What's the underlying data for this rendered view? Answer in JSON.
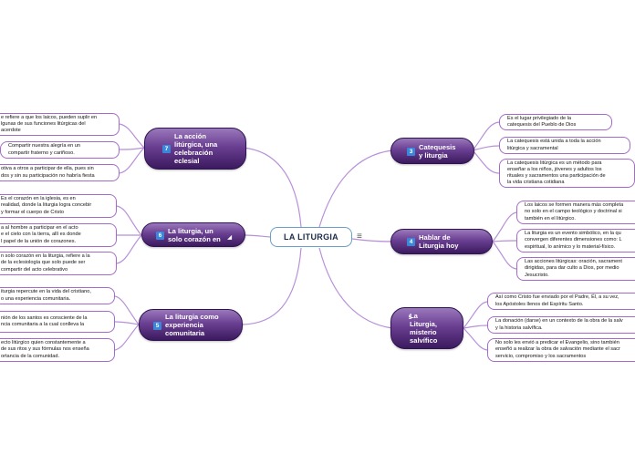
{
  "colors": {
    "topic_top": "#9a78bb",
    "topic_bottom": "#3b1a5e",
    "link": "#b890d8",
    "leaf_border": "#a56bc8",
    "badge": "#3a86d8",
    "center_border": "#6aa0c8"
  },
  "central": {
    "title": "LA LITURGIA",
    "menu_icon": "≡"
  },
  "topics": {
    "t3": {
      "num": "3",
      "label": "Catequesis\ny liturgia"
    },
    "t4": {
      "num": "4",
      "label": "Hablar de\nLiturgia hoy"
    },
    "t5": {
      "num": "5",
      "label": "La\nLiturgia,\nmisterio\nsalvífico"
    },
    "t7": {
      "num": "7",
      "label": "La acción\nlitúrgica, una\ncelebración\neclesial"
    },
    "t6": {
      "num": "6",
      "label": "La liturgia, un\nsolo corazón en"
    },
    "t5b": {
      "num": "5",
      "label": "La liturgia como\nexperiencia\ncomunitaria"
    }
  },
  "leaves": {
    "r3a": "Es el lugar privilegiado de la\ncatequesis del Pueblo de Dios",
    "r3b": "La catequesis está unida a toda la acción\nlitúrgica y sacramental",
    "r3c": "La catequesis litúrgica es un método para\nenseñar a los niños, jóvenes y adultos los\nrituales y sacramentos una participación de\nla vida cristiana cotidiana",
    "r4a": "Los laicos se formen manera más completa\nno solo en el campo teológico y doctrinal si\ntambién en el litúrgico.",
    "r4b": "La liturgia es un evento simbólico, en la qu\nconvergen diferentes dimensiones como: L\nespiritual, lo anímico y lo material-físico.",
    "r4c": "Las acciones litúrgicas: oración, sacrament\ndirigidas, para dar culto a Dios, por medio\nJesucristo.",
    "r5a": "Así como Cristo fue enviado por el Padre, Él, a su vez,\nlos Apóstoles llenos del Espíritu Santo.",
    "r5b": "La donación (darse) en un contexto de la obra de la salv\ny la historia salvífica.",
    "r5c": "No solo les envió a predicar el Evangelio, sino también\nenseñó a realizar la obra de salvación mediante el sacr\nservicio, compromiso y los sacramentos",
    "l7a": "e refiere a que los laicos, pueden suplir en\nlgunas de sus funciones litúrgicas del\nacerdote",
    "l7b": "Compartir nuestra alegría en un\ncompartir fraterno y cariñoso.",
    "l7c": "otiva a otros a participar de ella, pues sin\ndos y sin su participación no habría fiesta",
    "l6a": "Es el corazón en la iglesia, es en\nrealidad, donde la liturgia logra concebir\ny formar el cuerpo de Cristo",
    "l6b": "a al hombre a participar en el acto\ne el cielo con la tierra, allí es donde\nl papel de la unión de corazones.",
    "l6c": "n solo corazón en la liturgia, refiere a la\nde la eclesiología que solo puede ser\ncompartir del acto celebrativo",
    "l5a": "iturgia repercute en la vida del cristiano,\no una experiencia comunitaria.",
    "l5b": "nión de los santos es consciente de la\nncia comunitaria a la cual conlleva la",
    "l5c": "ecto litúrgico quien constantemente a\nde sus ritos y sus fórmulas nos enseña\nortancia de la comunidad."
  }
}
